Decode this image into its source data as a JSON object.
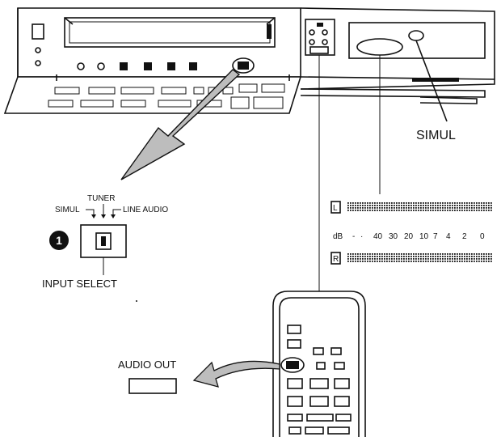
{
  "labels": {
    "simul_main": "SIMUL",
    "selector_simul": "SIMUL",
    "selector_tuner": "TUNER",
    "selector_line_audio": "LINE AUDIO",
    "step_number": "1",
    "input_select": "INPUT SELECT",
    "audio_out": "AUDIO OUT"
  },
  "meter": {
    "left_channel": "L",
    "right_channel": "R",
    "db_label": "dB",
    "scale": [
      "-",
      "·",
      "40",
      "30",
      "20",
      "10",
      "7",
      "4",
      "2",
      "0"
    ]
  },
  "icons": [
    "vcr-front-panel",
    "input-select-switch",
    "remote-control",
    "audio-out-button",
    "pointer-arrow"
  ],
  "colors": {
    "ink": "#111111",
    "arrow_fill": "#bdbdbd",
    "background": "#ffffff"
  }
}
